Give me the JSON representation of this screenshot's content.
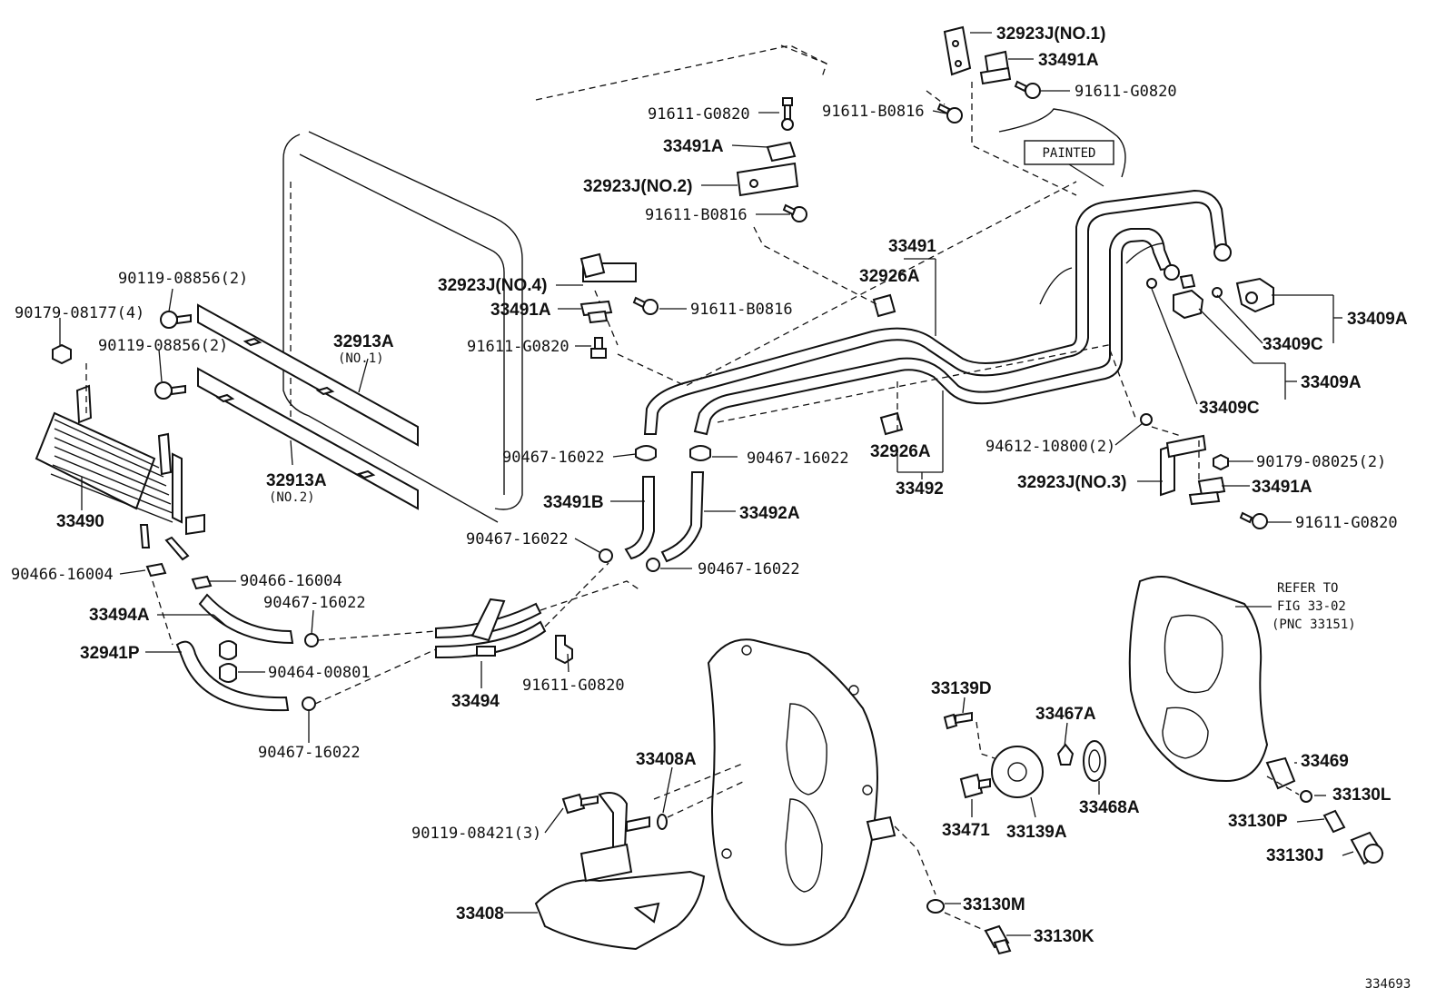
{
  "painted_label": "PAINTED",
  "refer_note": [
    "REFER TO",
    "FIG 33-02",
    "(PNC 33151)"
  ],
  "figure_number": "334693",
  "callouts": {
    "c32923j_no1": "32923J(NO.1)",
    "c33491a_top": "33491A",
    "c91611g0820_tr": "91611-G0820",
    "c91611b0816_top": "91611-B0816",
    "c91611g0820_mid": "91611-G0820",
    "c33491a_mid": "33491A",
    "c32923j_no2": "32923J(NO.2)",
    "c91611b0816_mid": "91611-B0816",
    "c33491": "33491",
    "c32926a_top": "32926A",
    "c33409a_top": "33409A",
    "c33409c_top": "33409C",
    "c33409a_bot": "33409A",
    "c33409c_bot": "33409C",
    "c90119_a": "90119-08856(2)",
    "c90179_08177": "90179-08177(4)",
    "c90119_b": "90119-08856(2)",
    "c32923j_no4": "32923J(NO.4)",
    "c33491a_left": "33491A",
    "c91611b0816_left": "91611-B0816",
    "c91611g0820_left": "91611-G0820",
    "c32913a_no1": "32913A",
    "c32913a_no1_sub": "(NO.1)",
    "c32913a_no2": "32913A",
    "c32913a_no2_sub": "(NO.2)",
    "c33490": "33490",
    "c90467_a": "90467-16022",
    "c90467_b": "90467-16022",
    "c32926a_bot": "32926A",
    "c33492": "33492",
    "c94612": "94612-10800(2)",
    "c90179_08025": "90179-08025(2)",
    "c32923j_no3": "32923J(NO.3)",
    "c33491a_right": "33491A",
    "c91611g0820_right": "91611-G0820",
    "c33491b": "33491B",
    "c33492a": "33492A",
    "c90467_c": "90467-16022",
    "c90467_d": "90467-16022",
    "c90466_a": "90466-16004",
    "c90466_b": "90466-16004",
    "c33494a": "33494A",
    "c90467_e": "90467-16022",
    "c32941p": "32941P",
    "c90464": "90464-00801",
    "c33494": "33494",
    "c91611g0820_bot": "91611-G0820",
    "c90467_f": "90467-16022",
    "c33139d": "33139D",
    "c33467a": "33467A",
    "c33469": "33469",
    "c33130l": "33130L",
    "c33130p": "33130P",
    "c33130j": "33130J",
    "c33408a": "33408A",
    "c90119_08421": "90119-08421(3)",
    "c33471": "33471",
    "c33139a": "33139A",
    "c33468a": "33468A",
    "c33408": "33408",
    "c33130m": "33130M",
    "c33130k": "33130K"
  }
}
